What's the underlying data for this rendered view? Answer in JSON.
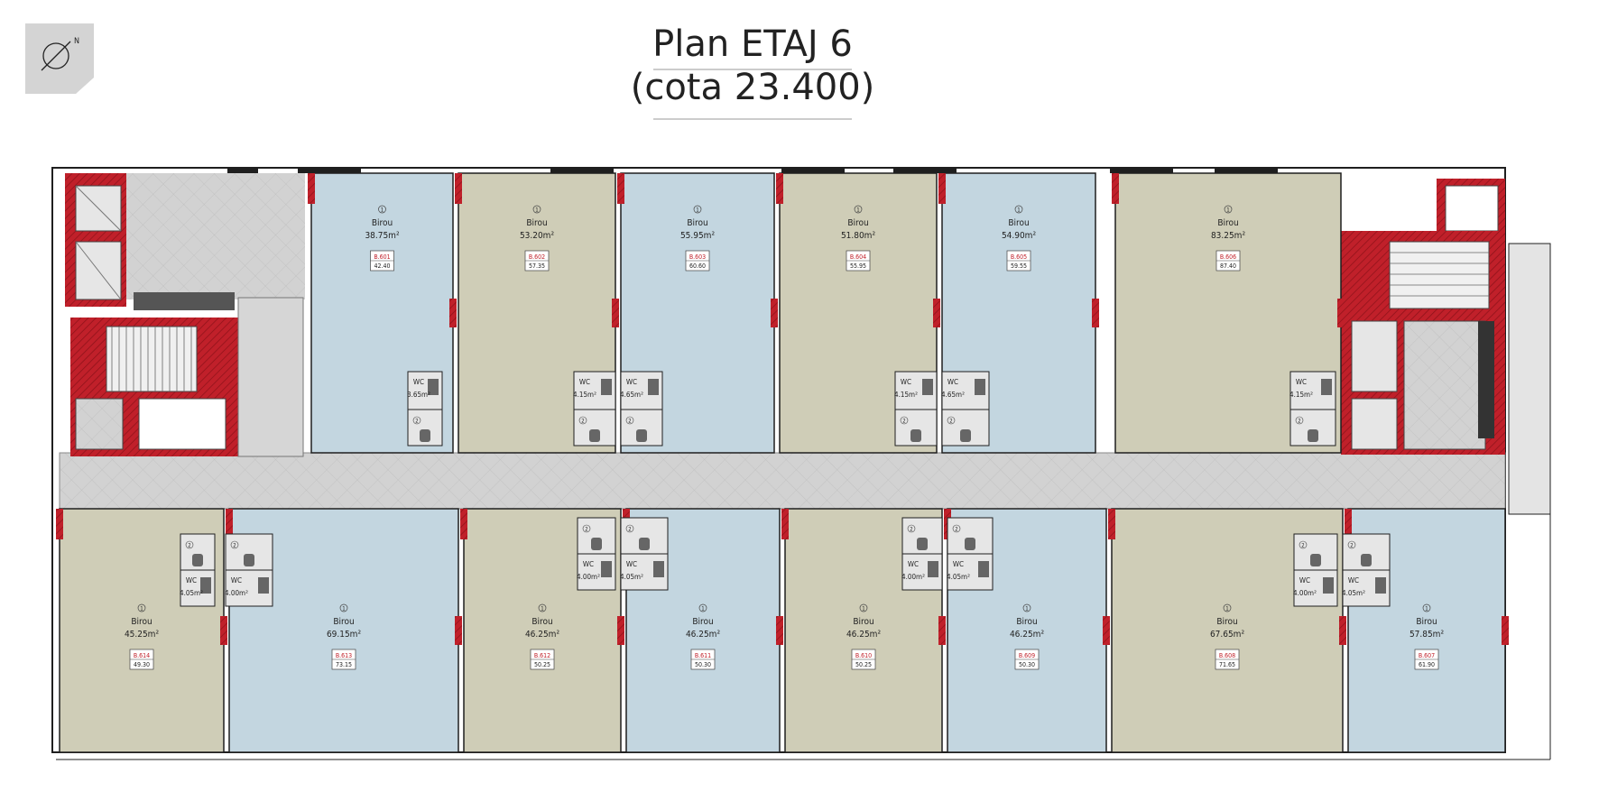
{
  "title": {
    "line1": "Plan ETAJ 6",
    "line2": "(cota 23.400)"
  },
  "compass": {
    "label": "N"
  },
  "colors": {
    "office_blue": "#c3d6e0",
    "office_khaki": "#cfcdb7",
    "wall_red": "#c0202a",
    "corridor": "#d2d2d2",
    "wc": "#e6e6e6",
    "outline": "#1f1f1f"
  },
  "rooms": [
    {
      "id": "r601",
      "name": "Birou",
      "num": "1",
      "area": "38.75m²",
      "code": "B.601",
      "tag": "42.40"
    },
    {
      "id": "r602",
      "name": "Birou",
      "num": "1",
      "area": "53.20m²",
      "code": "B.602",
      "tag": "57.35"
    },
    {
      "id": "r603",
      "name": "Birou",
      "num": "1",
      "area": "55.95m²",
      "code": "B.603",
      "tag": "60.60"
    },
    {
      "id": "r604",
      "name": "Birou",
      "num": "1",
      "area": "51.80m²",
      "code": "B.604",
      "tag": "55.95"
    },
    {
      "id": "r605",
      "name": "Birou",
      "num": "1",
      "area": "54.90m²",
      "code": "B.605",
      "tag": "59.55"
    },
    {
      "id": "r606",
      "name": "Birou",
      "num": "1",
      "area": "83.25m²",
      "code": "B.606",
      "tag": "87.40"
    },
    {
      "id": "r614",
      "name": "Birou",
      "num": "1",
      "area": "45.25m²",
      "code": "B.614",
      "tag": "49.30"
    },
    {
      "id": "r613",
      "name": "Birou",
      "num": "1",
      "area": "69.15m²",
      "code": "B.613",
      "tag": "73.15"
    },
    {
      "id": "r612",
      "name": "Birou",
      "num": "1",
      "area": "46.25m²",
      "code": "B.612",
      "tag": "50.25"
    },
    {
      "id": "r611",
      "name": "Birou",
      "num": "1",
      "area": "46.25m²",
      "code": "B.611",
      "tag": "50.30"
    },
    {
      "id": "r610",
      "name": "Birou",
      "num": "1",
      "area": "46.25m²",
      "code": "B.610",
      "tag": "50.25"
    },
    {
      "id": "r609",
      "name": "Birou",
      "num": "1",
      "area": "46.25m²",
      "code": "B.609",
      "tag": "50.30"
    },
    {
      "id": "r608",
      "name": "Birou",
      "num": "1",
      "area": "67.65m²",
      "code": "B.608",
      "tag": "71.65"
    },
    {
      "id": "r607",
      "name": "Birou",
      "num": "1",
      "area": "57.85m²",
      "code": "B.607",
      "tag": "61.90"
    }
  ],
  "wcs": [
    {
      "id": "w1",
      "label": "WC",
      "area": "3.65m²"
    },
    {
      "id": "w2",
      "label": "WC",
      "area": "4.15m²"
    },
    {
      "id": "w3",
      "label": "WC",
      "area": "4.65m²"
    },
    {
      "id": "w4",
      "label": "WC",
      "area": "4.15m²"
    },
    {
      "id": "w5",
      "label": "WC",
      "area": "4.65m²"
    },
    {
      "id": "w6",
      "label": "WC",
      "area": "4.15m²"
    },
    {
      "id": "w7",
      "label": "WC",
      "area": "4.05m²"
    },
    {
      "id": "w8",
      "label": "WC",
      "area": "4.00m²"
    },
    {
      "id": "w9",
      "label": "WC",
      "area": "4.00m²"
    },
    {
      "id": "w10",
      "label": "WC",
      "area": "4.05m²"
    },
    {
      "id": "w11",
      "label": "WC",
      "area": "4.00m²"
    },
    {
      "id": "w12",
      "label": "WC",
      "area": "4.05m²"
    },
    {
      "id": "w13",
      "label": "WC",
      "area": "4.00m²"
    },
    {
      "id": "w14",
      "label": "WC",
      "area": "4.05m²"
    }
  ],
  "small_room_marker": "2"
}
